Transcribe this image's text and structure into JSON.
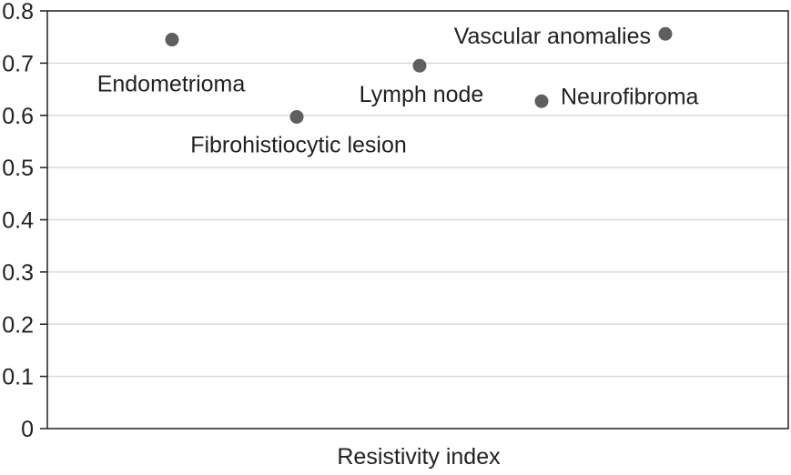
{
  "chart_data": {
    "type": "scatter",
    "title": "",
    "xlabel": "Resistivity index",
    "ylabel": "",
    "ylim": [
      0,
      0.8
    ],
    "yticks": [
      "0",
      "0.1",
      "0.2",
      "0.3",
      "0.4",
      "0.5",
      "0.6",
      "0.7",
      "0.8"
    ],
    "grid": "horizontal",
    "marker_color": "#5f5f5f",
    "points": [
      {
        "label": "Endometrioma",
        "y": 0.745
      },
      {
        "label": "Fibrohistiocytic lesion",
        "y": 0.597
      },
      {
        "label": "Lymph node",
        "y": 0.695
      },
      {
        "label": "Neurofibroma",
        "y": 0.627
      },
      {
        "label": "Vascular anomalies",
        "y": 0.756
      }
    ]
  }
}
